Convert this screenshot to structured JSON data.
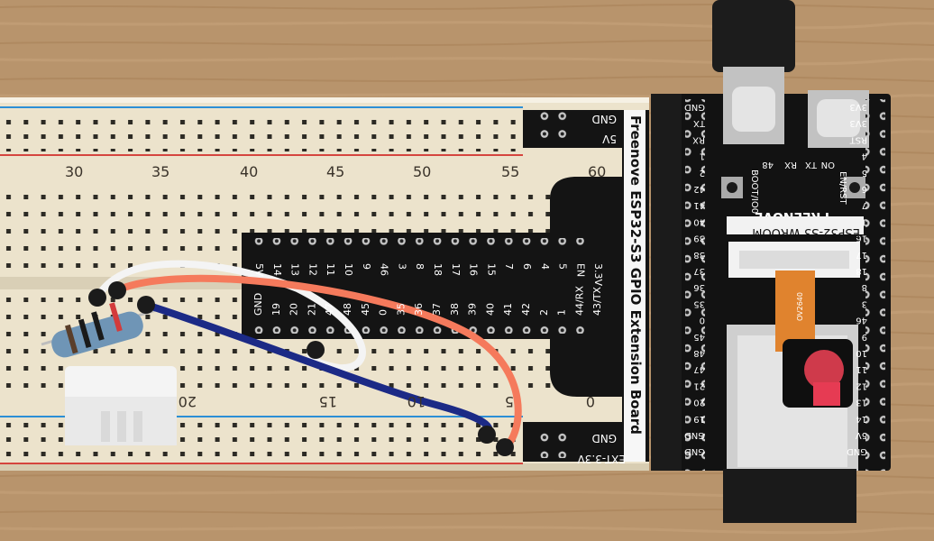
{
  "breadboard": {
    "top_numbers": [
      "30",
      "35",
      "40",
      "45",
      "50",
      "55",
      "60"
    ],
    "bottom_numbers": [
      "20",
      "15",
      "10",
      "5",
      "0"
    ]
  },
  "extension_board": {
    "title": "Freenove ESP32-S3 GPIO Extension Board",
    "power_labels_top": [
      "GND",
      "5V"
    ],
    "power_labels_bottom": [
      "GND",
      "EXT-3.3V"
    ],
    "top_pin_row": [
      "5V",
      "14",
      "13",
      "12",
      "11",
      "10",
      "9",
      "46",
      "3",
      "8",
      "18",
      "17",
      "16",
      "15",
      "7",
      "6",
      "4",
      "5",
      "EN",
      "3.3V"
    ],
    "bottom_pin_row": [
      "GND",
      "19",
      "20",
      "21",
      "47",
      "48",
      "45",
      "0",
      "35",
      "36",
      "37",
      "38",
      "39",
      "40",
      "41",
      "42",
      "2",
      "1",
      "44/RX",
      "43/TX"
    ]
  },
  "esp32_board": {
    "header_left": [
      "GND",
      "TX",
      "RX",
      "1",
      "2",
      "42",
      "41",
      "40",
      "39",
      "38",
      "37",
      "36",
      "35",
      "0",
      "45",
      "48",
      "47",
      "21",
      "20",
      "19",
      "GND",
      "GND"
    ],
    "header_right": [
      "3V3",
      "3V3",
      "RST",
      "4",
      "5",
      "6",
      "7",
      "15",
      "16",
      "17",
      "18",
      "8",
      "3",
      "46",
      "9",
      "10",
      "11",
      "12",
      "13",
      "14",
      "5V",
      "GND"
    ],
    "led_labels": [
      "48",
      "RX",
      "TX",
      "ON"
    ],
    "button_labels": [
      "BOOT/IO0",
      "EN/RST"
    ],
    "brand": "FREENOVE",
    "module_label": "ESP32-S3 WROOM",
    "camera_flex": "OV2640"
  },
  "colors": {
    "table_wood": "#b8946c",
    "breadboard": "#ece3cc",
    "rail_red": "#d5453e",
    "rail_blue": "#2c8fd6",
    "pcb_black": "#141414",
    "wire_white": "#f4f4f4",
    "wire_salmon": "#f57a5c",
    "wire_blue": "#1c2a86"
  }
}
